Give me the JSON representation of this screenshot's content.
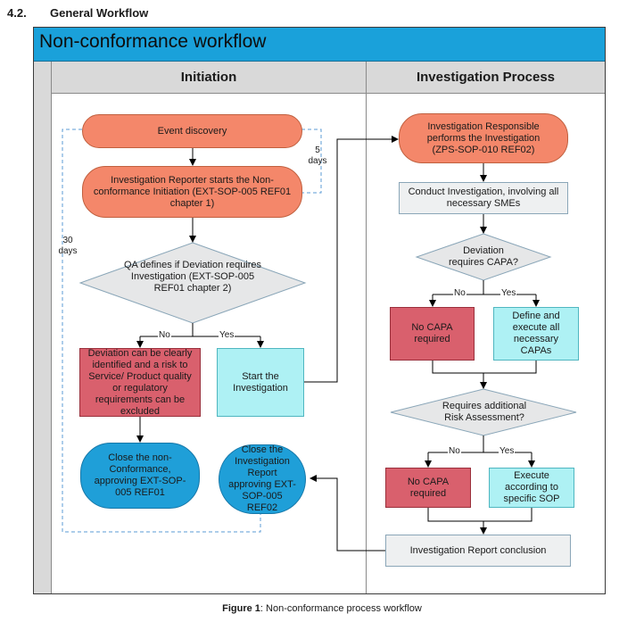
{
  "section": {
    "number": "4.2.",
    "title": "General Workflow"
  },
  "diagram": {
    "title": "Non-conformance workflow",
    "lanes": [
      "Initiation",
      "Investigation Process"
    ],
    "nodes": {
      "event_discovery": "Event discovery",
      "reporter_initiation": "Investigation Reporter starts the Non-conformance Initiation (EXT-SOP-005 REF01 chapter 1)",
      "qa_decision": "QA defines if Deviation requires Investigation (EXT-SOP-005 REF01 chapter 2)",
      "deviation_excluded": "Deviation can be clearly identified and a risk to Service/ Product quality or regulatory requirements can be excluded",
      "start_investigation": "Start the Investigation",
      "close_nonconformance": "Close the non-Conformance, approving EXT-SOP-005 REF01",
      "close_investigation": "Close the Investigation Report approving EXT-SOP-005 REF02",
      "responsible_performs": "Investigation Responsible performs the Investigation (ZPS-SOP-010 REF02)",
      "conduct_investigation": "Conduct Investigation, involving all necessary SMEs",
      "requires_capa": "Deviation requires CAPA?",
      "no_capa_1": "No CAPA required",
      "define_capas": "Define and execute all necessary CAPAs",
      "requires_risk": "Requires additional Risk Assessment?",
      "no_capa_2": "No CAPA required",
      "execute_sop": "Execute according to specific SOP",
      "report_conclusion": "Investigation Report conclusion"
    },
    "labels": {
      "no": "No",
      "yes": "Yes",
      "five_days": "5 days",
      "thirty_days": "30 days"
    }
  },
  "caption": {
    "prefix": "Figure 1",
    "text": ": Non-conformance process workflow"
  }
}
